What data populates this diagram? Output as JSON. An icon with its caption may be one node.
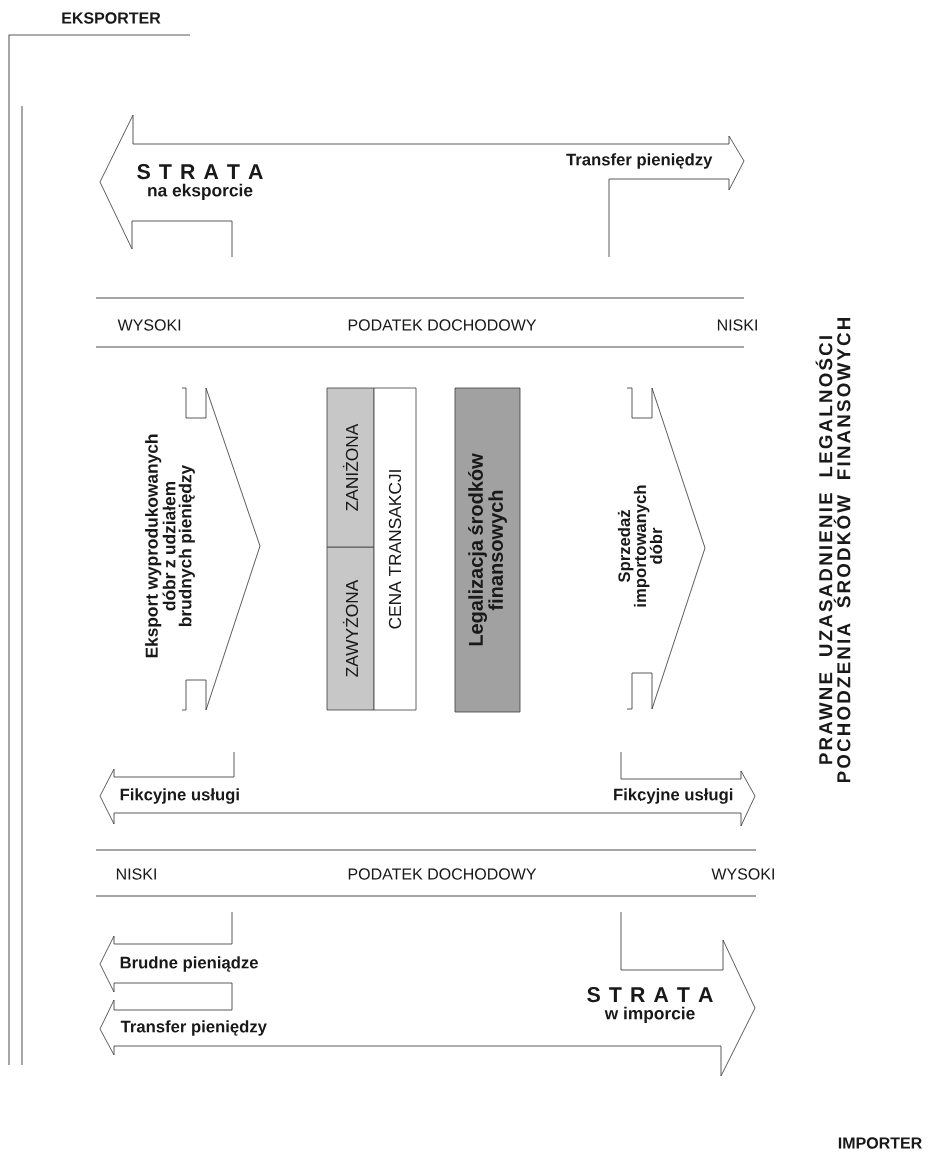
{
  "diagram": {
    "nodes": [
      {
        "text": [
          "S T R A T A",
          "na eksporcie"
        ]
      },
      {
        "text": [
          "Transfer pieniędzy"
        ]
      },
      {
        "text": [
          "Eksport wyprodukowanych dóbr z udziałem brudnych pieniędzy"
        ]
      },
      {
        "text": [
          "ZAWYŻONA"
        ]
      },
      {
        "text": [
          "ZANIŻONA"
        ]
      },
      {
        "text": [
          "CENA TRANSAKCJI"
        ]
      },
      {
        "text": [
          "Legalizacja środków finansowych"
        ]
      },
      {
        "text": [
          "Sprzedaż importowanych dóbr"
        ]
      },
      {
        "text": [
          "Fikcyjne usługi"
        ]
      },
      {
        "text": [
          "Fikcyjne usługi"
        ]
      },
      {
        "text": [
          "Brudne pieniądze"
        ]
      },
      {
        "text": [
          "Transfer pieniędzy"
        ]
      },
      {
        "text": [
          "S T R A T A",
          "w imporcie"
        ]
      }
    ],
    "labels": [
      "EKSPORTER",
      "WYSOKI",
      "PODATEK DOCHODOWY",
      "NISKI",
      "PRAWNE UZASADNIENIE LEGALNOŚCI POCHODZENIA ŚRODKÓW FINANSOWYCH",
      "NISKI",
      "PODATEK DOCHODOWY",
      "WYSOKI",
      "IMPORTER"
    ]
  }
}
